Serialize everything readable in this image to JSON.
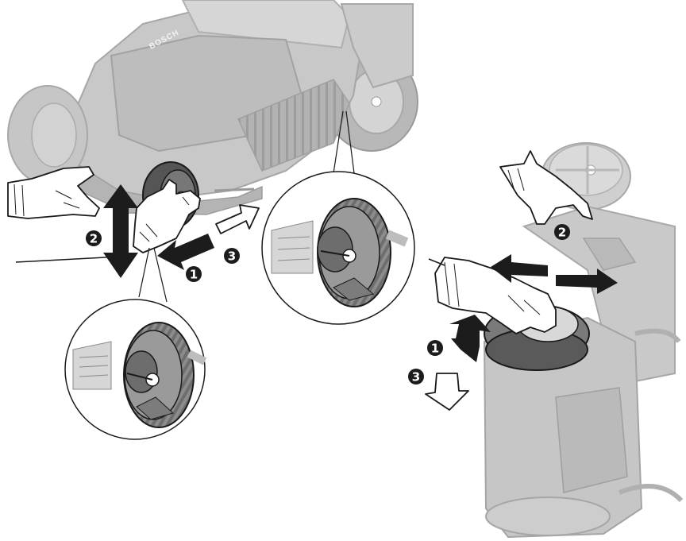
{
  "brand_label": "BOSCH",
  "steps": {
    "one": "1",
    "two": "2",
    "three": "3"
  },
  "colors": {
    "mower_body": "#c8c8c8",
    "mower_dark": "#a9a9a9",
    "outline": "#1a1a1a",
    "arrow_fill": "#1c1c1c",
    "arrow_outline_fill": "#ffffff",
    "detail_circle_bg": "#ffffff"
  },
  "icons": [
    "mower-illustration",
    "glove-hand-icon",
    "wheel-icon",
    "up-down-arrow-icon",
    "left-arrow-icon",
    "right-arrow-icon",
    "down-arrow-icon",
    "magnifier-circle"
  ]
}
